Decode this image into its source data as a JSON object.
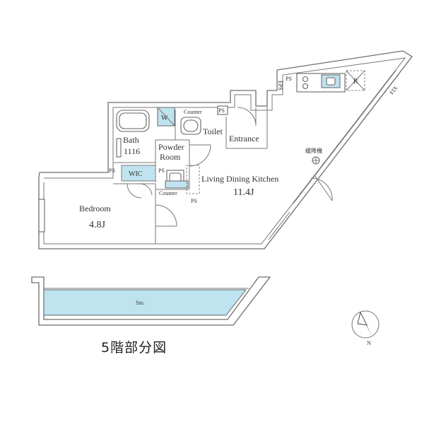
{
  "rooms": {
    "bath": "Bath",
    "bath_size": "1116",
    "powder_line1": "Powder",
    "powder_line2": "Room",
    "toilet": "Toilet",
    "entrance": "Entrance",
    "ldk": "Living Dining Kitchen",
    "ldk_size": "11.4J",
    "bedroom": "Bedroom",
    "bedroom_size": "4.8J",
    "storage": "Sto."
  },
  "marks": {
    "w": "W",
    "wic": "WIC",
    "counter_top": "Counter",
    "counter_bottom": "Counter",
    "ps": "PS",
    "eps": "EPS",
    "r": "R",
    "fix": "FIX",
    "hatch": "緩降機"
  },
  "compass": {
    "north": "N"
  },
  "floor_label": "5階部分図"
}
